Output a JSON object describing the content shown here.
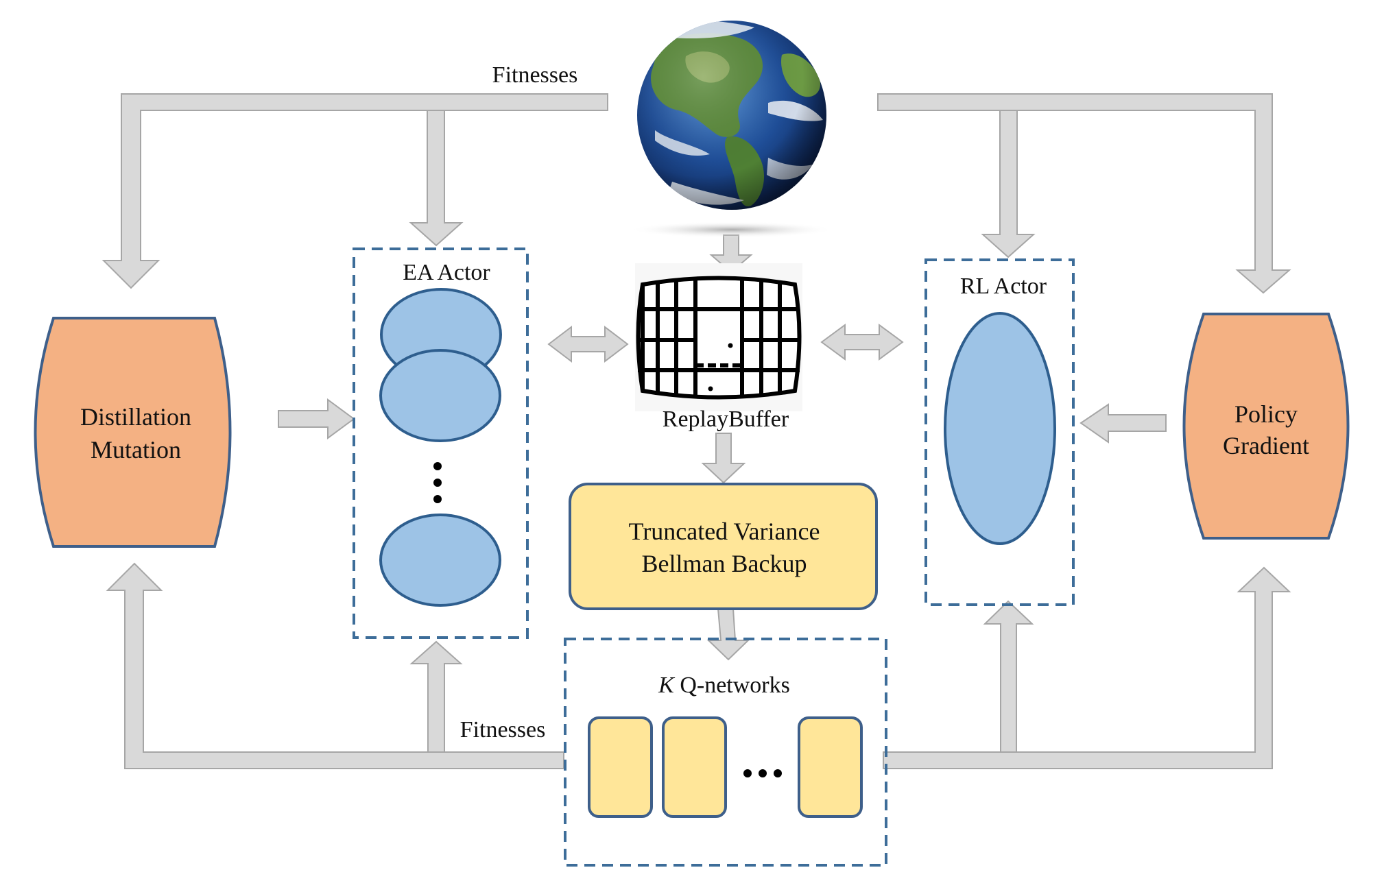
{
  "labels": {
    "fitnesses_top": "Fitnesses",
    "fitnesses_bottom": "Fitnesses",
    "ea_actor": "EA Actor",
    "rl_actor": "RL Actor",
    "replay_buffer": "ReplayBuffer",
    "distillation_line1": "Distillation",
    "distillation_line2": "Mutation",
    "policy_line1": "Policy",
    "policy_line2": "Gradient",
    "truncated_line1": "Truncated Variance",
    "truncated_line2": "Bellman Backup",
    "k_italic": "K",
    "q_networks": " Q-networks",
    "ea_ellipsis": "⋮",
    "q_ellipsis": "…"
  },
  "colors": {
    "orange_fill": "#f4b183",
    "orange_stroke": "#3e5f8a",
    "blue_fill": "#9dc3e6",
    "blue_stroke": "#2e5e8e",
    "yellow_fill": "#ffe699",
    "dashed_stroke": "#3d6d99",
    "arrow_fill": "#d9d9d9",
    "arrow_stroke": "#a6a6a6"
  },
  "icons": {
    "environment": "earth-globe-icon",
    "replay_buffer": "barrel-icon"
  }
}
